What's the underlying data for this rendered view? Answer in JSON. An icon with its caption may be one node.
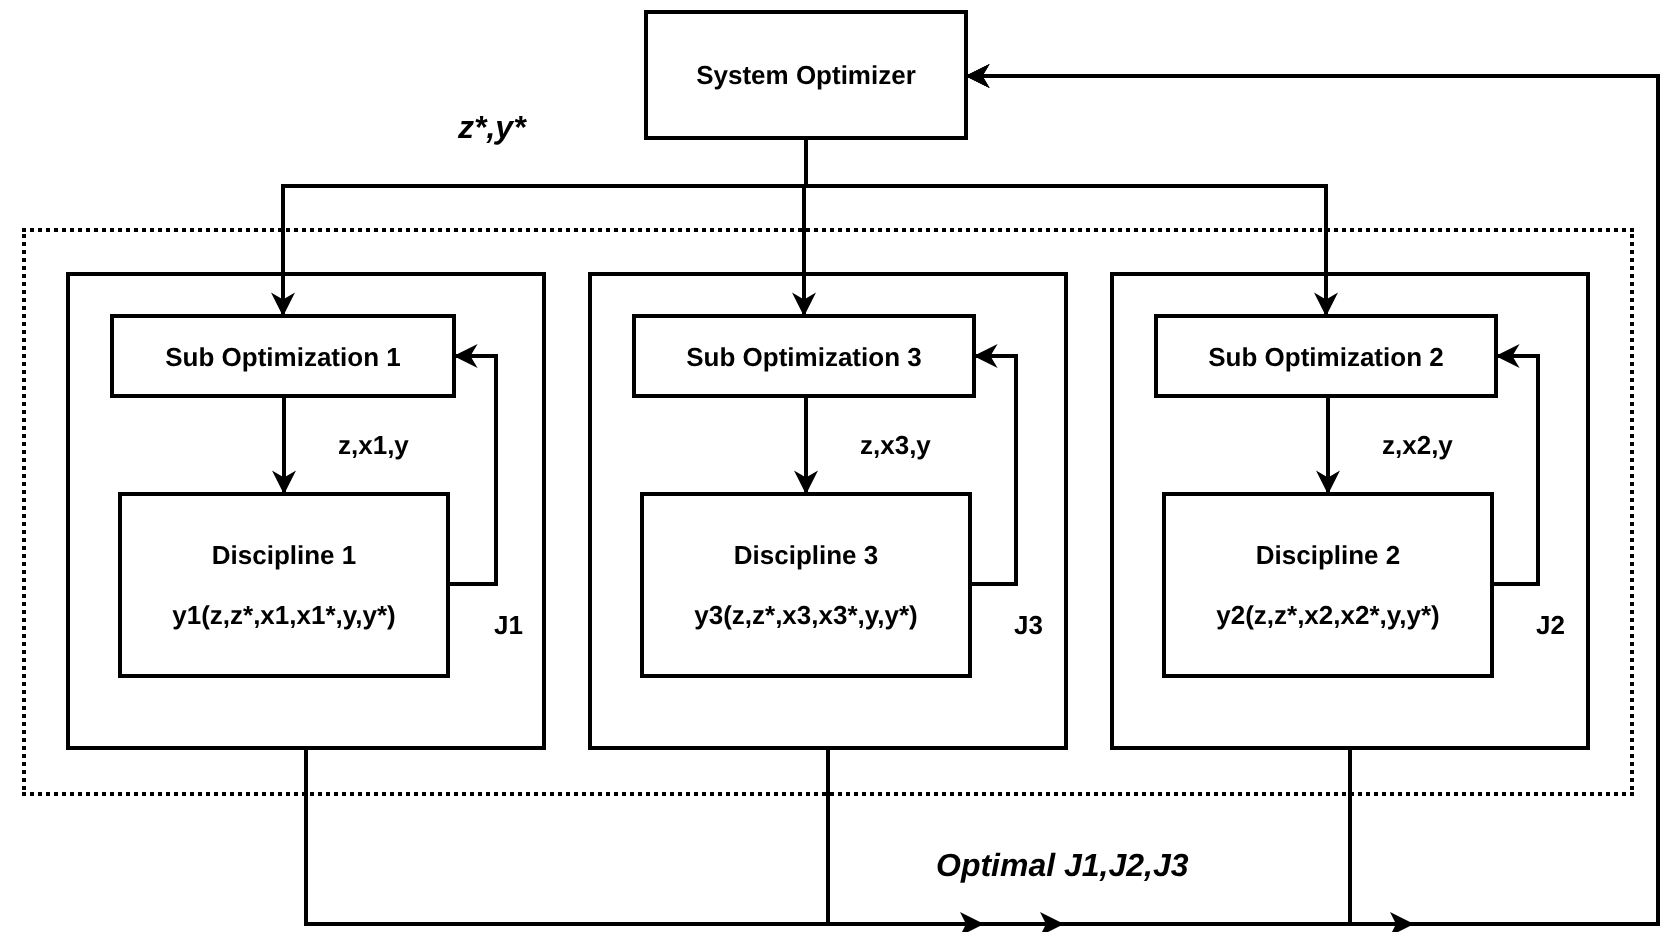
{
  "diagram": {
    "nodes": [
      {
        "text": [
          "System Optimizer"
        ]
      },
      {
        "text": [],
        "shape": "box"
      },
      {
        "text": [],
        "shape": "box",
        "in": 1
      },
      {
        "text": [
          "Sub Optimization 1"
        ],
        "in": 2
      },
      {
        "text": [
          "Discipline 1",
          "y1(z,z*,x1,x1*,y,y*)"
        ],
        "in": 2
      },
      {
        "text": [],
        "shape": "box",
        "in": 1
      },
      {
        "text": [
          "Sub Optimization 3"
        ],
        "in": 5
      },
      {
        "text": [
          "Discipline 3",
          "y3(z,z*,x3,x3*,y,y*)"
        ],
        "in": 5
      },
      {
        "text": [],
        "shape": "box",
        "in": 1
      },
      {
        "text": [
          "Sub Optimization 2"
        ],
        "in": 8
      },
      {
        "text": [
          "Discipline 2",
          "y2(z,z*,x2,x2*,y,y*)"
        ],
        "in": 8
      }
    ],
    "edges": [
      {
        "from": 0,
        "to": 3,
        "arrow": "to"
      },
      {
        "from": 0,
        "to": 6,
        "arrow": "to"
      },
      {
        "from": 0,
        "to": 9,
        "arrow": "to"
      },
      {
        "from": 3,
        "to": 4,
        "arrow": "to",
        "label": "z,x1,y"
      },
      {
        "from": 4,
        "to": 3,
        "arrow": "to",
        "label": "J1"
      },
      {
        "from": 6,
        "to": 7,
        "arrow": "to",
        "label": "z,x3,y"
      },
      {
        "from": 7,
        "to": 6,
        "arrow": "to",
        "label": "J3"
      },
      {
        "from": 9,
        "to": 10,
        "arrow": "to",
        "label": "z,x2,y"
      },
      {
        "from": 10,
        "to": 9,
        "arrow": "to",
        "label": "J2"
      },
      {
        "from": 2,
        "to": 0,
        "arrow": "to"
      },
      {
        "from": 5,
        "to": 0,
        "arrow": "to"
      },
      {
        "from": 8,
        "to": 0,
        "arrow": "to"
      }
    ],
    "labels": [
      "z*,y*",
      "Optimal J1,J2,J3"
    ]
  }
}
